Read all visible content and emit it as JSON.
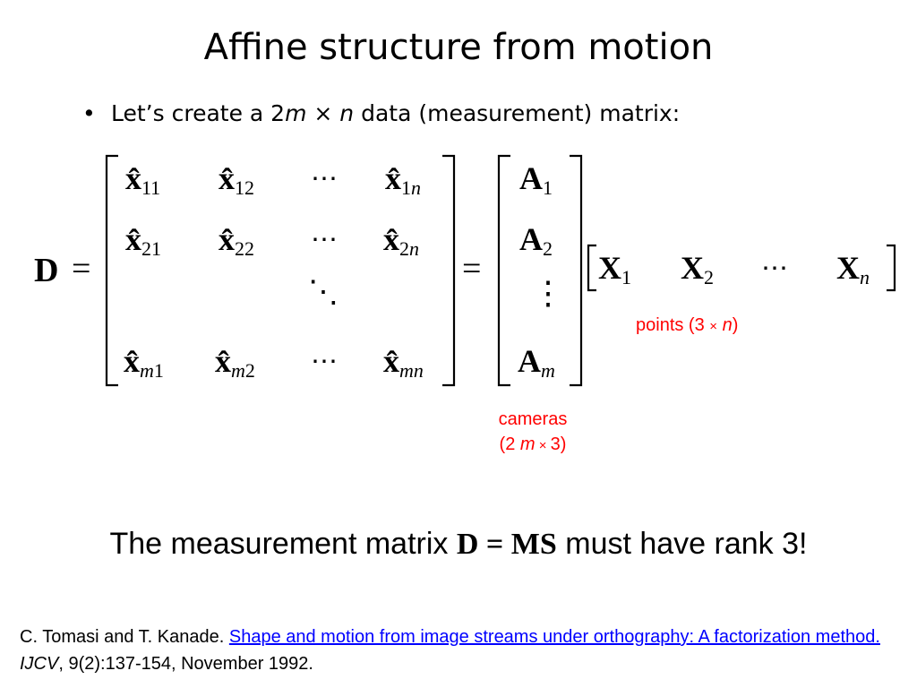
{
  "slide": {
    "title": "Affine structure from motion",
    "bullet": {
      "prefix": "Let’s create a 2",
      "m": "m",
      "times": " × ",
      "n": "n",
      "suffix": " data (measurement) matrix:"
    },
    "equation": {
      "lhs": "D",
      "eq": "=",
      "matrix_entries": [
        {
          "base": "x̂",
          "sub_main": "11",
          "sub_italic": ""
        },
        {
          "base": "x̂",
          "sub_main": "12",
          "sub_italic": ""
        },
        {
          "base": "x̂",
          "sub_main": "1",
          "sub_italic": "n"
        },
        {
          "base": "x̂",
          "sub_main": "21",
          "sub_italic": ""
        },
        {
          "base": "x̂",
          "sub_main": "22",
          "sub_italic": ""
        },
        {
          "base": "x̂",
          "sub_main": "2",
          "sub_italic": "n"
        },
        {
          "base": "x̂",
          "sub_main": "1",
          "sub_italic": "m",
          "italic_first": true
        },
        {
          "base": "x̂",
          "sub_main": "2",
          "sub_italic": "m",
          "italic_first": true
        },
        {
          "base": "x̂",
          "sub_main": "",
          "sub_italic": "mn"
        }
      ],
      "hdots": "⋯",
      "ddots": "⋱",
      "vdots": "⋮",
      "camera_entries": [
        {
          "base": "A",
          "sub_main": "1",
          "sub_italic": ""
        },
        {
          "base": "A",
          "sub_main": "2",
          "sub_italic": ""
        },
        {
          "base": "A",
          "sub_main": "",
          "sub_italic": "m"
        }
      ],
      "point_entries": [
        {
          "base": "X",
          "sub_main": "1",
          "sub_italic": ""
        },
        {
          "base": "X",
          "sub_main": "2",
          "sub_italic": ""
        },
        {
          "base": "X",
          "sub_main": "",
          "sub_italic": "n"
        }
      ]
    },
    "points_label": {
      "prefix": "points (3 ",
      "times": "×",
      "var": "n",
      "suffix": ")"
    },
    "cameras_label": {
      "line1": "cameras",
      "prefix": "(2 ",
      "var": "m",
      "times": " × ",
      "suffix": "3)"
    },
    "rank_statement": {
      "prefix": "The measurement matrix ",
      "bold": "D = MS",
      "suffix": " must have rank 3!"
    },
    "reference": {
      "authors": "C. Tomasi and T. Kanade. ",
      "link_text": "Shape and motion from image streams under orthography: A factorization method.",
      "journal": "IJCV",
      "details": ", 9(2):137-154, November 1992."
    }
  },
  "colors": {
    "annotation": "#ff0000",
    "link": "#0000ff",
    "text": "#000000"
  }
}
